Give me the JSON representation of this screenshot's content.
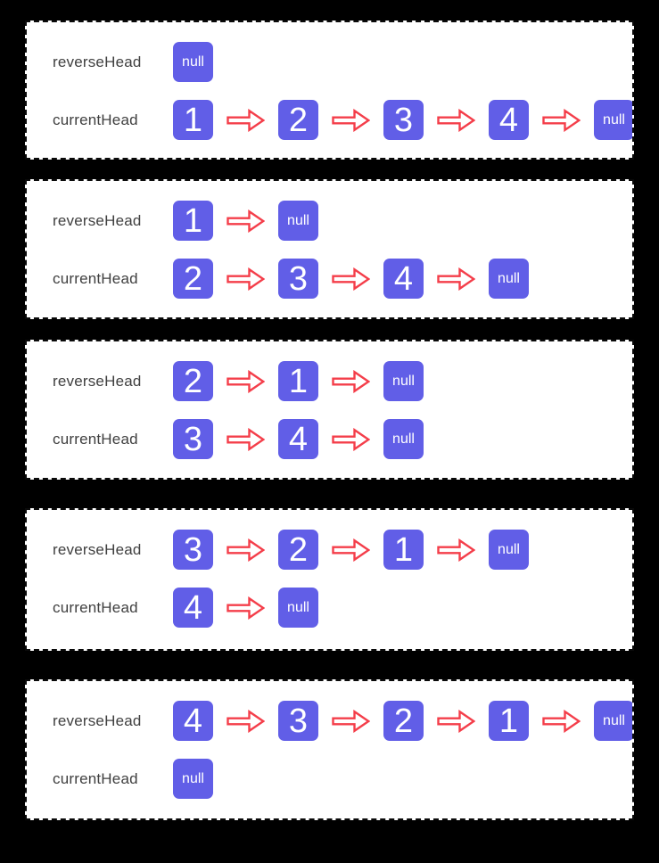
{
  "colors": {
    "background": "#000000",
    "panel_background": "#ffffff",
    "panel_border": "#0a0a0a",
    "node_background": "#615ee7",
    "node_text": "#ffffff",
    "arrow_stroke": "#f43e4a",
    "arrow_fill": "#ffffff",
    "label_text": "#3f3f3f"
  },
  "labels": {
    "reverse": "reverseHead",
    "current": "currentHead"
  },
  "null_text": "null",
  "diagram": {
    "description": "linked-list reversal steps",
    "steps": [
      {
        "reverseHead": [
          "null"
        ],
        "currentHead": [
          "1",
          "2",
          "3",
          "4",
          "null"
        ]
      },
      {
        "reverseHead": [
          "1",
          "null"
        ],
        "currentHead": [
          "2",
          "3",
          "4",
          "null"
        ]
      },
      {
        "reverseHead": [
          "2",
          "1",
          "null"
        ],
        "currentHead": [
          "3",
          "4",
          "null"
        ]
      },
      {
        "reverseHead": [
          "3",
          "2",
          "1",
          "null"
        ],
        "currentHead": [
          "4",
          "null"
        ]
      },
      {
        "reverseHead": [
          "4",
          "3",
          "2",
          "1",
          "null"
        ],
        "currentHead": [
          "null"
        ]
      }
    ]
  }
}
